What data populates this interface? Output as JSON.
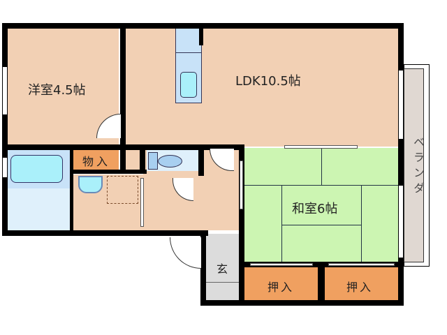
{
  "floorplan": {
    "rooms": {
      "western_room": {
        "label": "洋室4.5帖"
      },
      "ldk": {
        "label": "LDK10.5帖"
      },
      "japanese_room": {
        "label": "和室6帖"
      },
      "storage": {
        "label": "物入"
      },
      "closet_left": {
        "label": "押入"
      },
      "closet_right": {
        "label": "押入"
      },
      "entrance": {
        "label": "玄"
      },
      "veranda": {
        "label": "ベランダ"
      }
    },
    "colors": {
      "floor": "#f2d0b4",
      "tatami": "#ccf5b2",
      "storage": "#f0a060",
      "bath": "#c8e2f8",
      "entrance": "#dcdcdc",
      "veranda": "#e0d8d2",
      "wall": "#000000"
    }
  }
}
